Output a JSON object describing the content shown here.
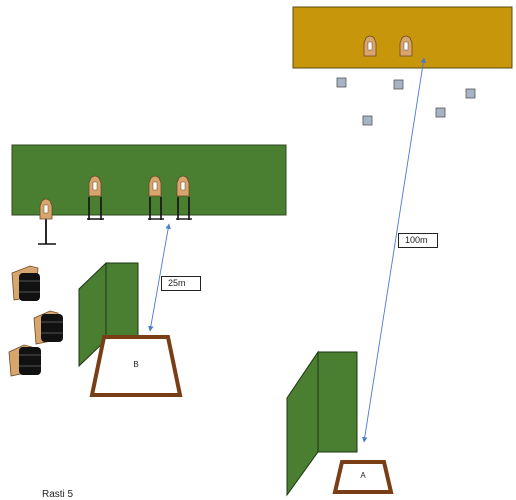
{
  "labels": {
    "distance_far": "100m",
    "distance_near": "25m",
    "shooting_box_a": "A",
    "shooting_box_b": "B",
    "caption": "Rasti 5"
  },
  "colors": {
    "backstop_far": "#c8960a",
    "backstop_near": "#4a7f32",
    "barricade": "#4a7f32",
    "shooting_box": "#7a3e16",
    "target": "#d9a56e",
    "target_stand": "#111111",
    "steel_plate": "#a7b4c6",
    "barrel": "#111111",
    "distance_line": "#4a7bd1"
  },
  "icons": {
    "target": "silhouette-target-icon",
    "steel_plate": "steel-plate-icon",
    "barrel": "barrel-icon"
  }
}
